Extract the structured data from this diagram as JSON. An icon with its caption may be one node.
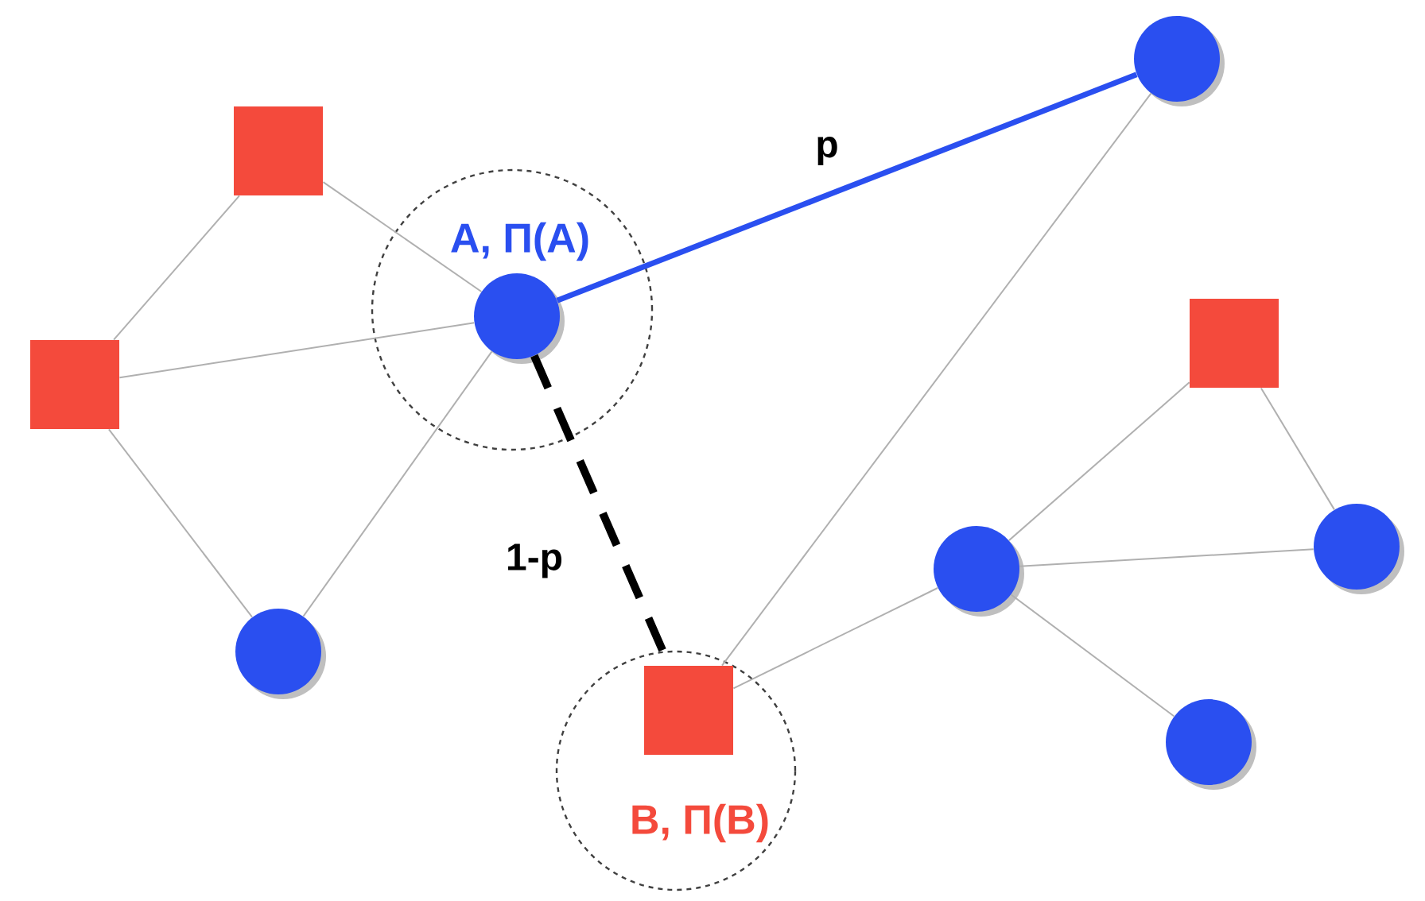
{
  "diagram": {
    "nodes": [
      {
        "text": [
          "A, Π(A)"
        ]
      },
      {
        "text": [],
        "shape": "circle",
        "in": 0
      },
      {
        "text": [],
        "shape": "box"
      },
      {
        "text": [],
        "shape": "box"
      },
      {
        "text": [],
        "shape": "circle"
      },
      {
        "text": [],
        "shape": "circle"
      },
      {
        "text": [
          "B, Π(B)"
        ]
      },
      {
        "text": [],
        "shape": "box",
        "in": 6
      },
      {
        "text": [],
        "shape": "box"
      },
      {
        "text": [],
        "shape": "circle"
      },
      {
        "text": [],
        "shape": "circle"
      },
      {
        "text": [],
        "shape": "circle"
      }
    ],
    "edges": [
      {
        "from": 2,
        "to": 3,
        "arrow": "none"
      },
      {
        "from": 2,
        "to": 1,
        "arrow": "none"
      },
      {
        "from": 3,
        "to": 1,
        "arrow": "none"
      },
      {
        "from": 3,
        "to": 4,
        "arrow": "none"
      },
      {
        "from": 4,
        "to": 1,
        "arrow": "none"
      },
      {
        "from": 1,
        "to": 5,
        "arrow": "none",
        "label": "p",
        "style": "thick",
        "color": "#2a4ff0"
      },
      {
        "from": 1,
        "to": 7,
        "arrow": "none",
        "label": "1-p",
        "style": "dashed",
        "color": "#000000"
      },
      {
        "from": 5,
        "to": 7,
        "arrow": "none"
      },
      {
        "from": 7,
        "to": 9,
        "arrow": "none"
      },
      {
        "from": 9,
        "to": 8,
        "arrow": "none"
      },
      {
        "from": 9,
        "to": 10,
        "arrow": "none"
      },
      {
        "from": 9,
        "to": 11,
        "arrow": "none"
      },
      {
        "from": 8,
        "to": 10,
        "arrow": "none"
      }
    ]
  }
}
